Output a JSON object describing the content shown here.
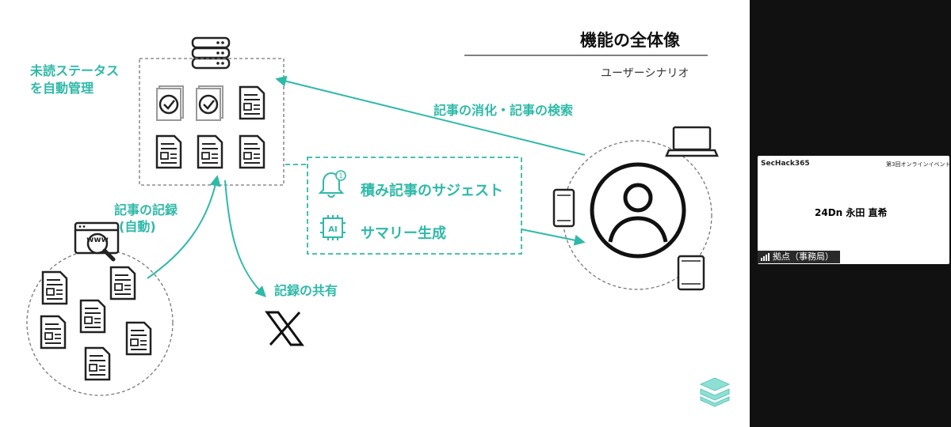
{
  "slide": {
    "title": "機能の全体像",
    "subtitle": "ユーザーシナリオ",
    "accent_color": "#2fb9a8",
    "labels": {
      "unread_line1": "未読ステータス",
      "unread_line2": "を自動管理",
      "record_line1": "記事の記録",
      "record_line2": "(自動)",
      "share": "記録の共有",
      "consume_search": "記事の消化・記事の検索",
      "suggest": "積み記事のサジェスト",
      "summary": "サマリー生成"
    },
    "icons": {
      "www_badge": "www",
      "ai_chip": "AI",
      "bell_count": "1"
    }
  },
  "meeting": {
    "logo": "SecHack365",
    "event": "第3回オンラインイベント",
    "participant_name": "24Dn 永田 直希",
    "location": "拠点（事務局）"
  }
}
